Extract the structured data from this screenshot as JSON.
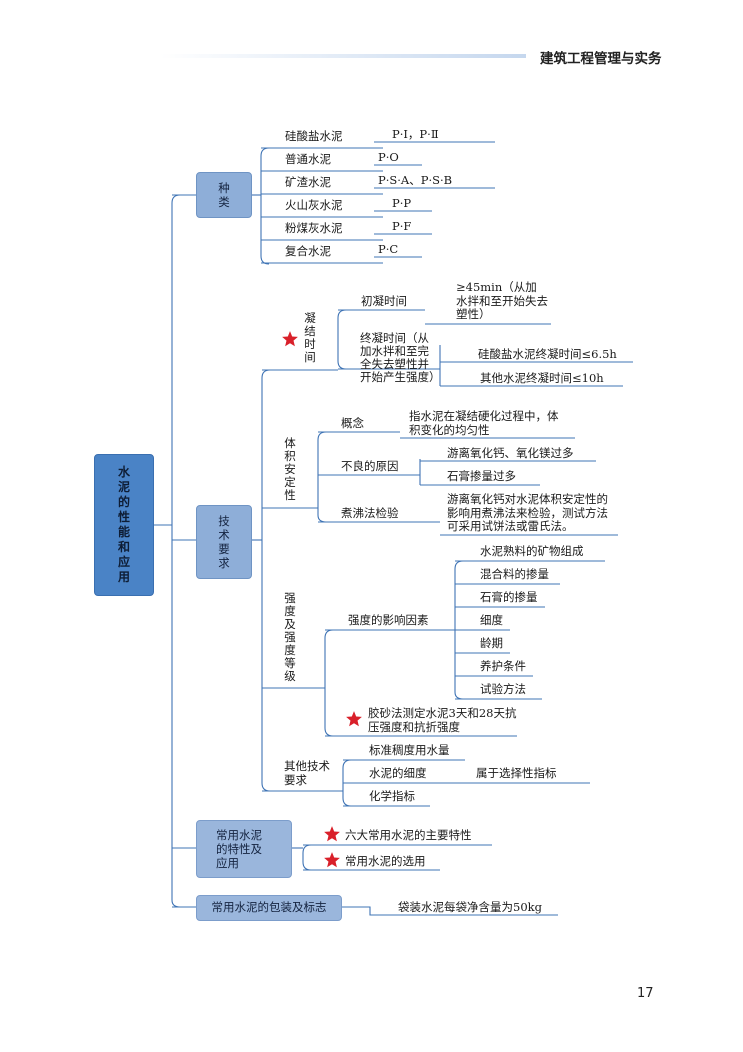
{
  "header": {
    "title": "建筑工程管理与实务"
  },
  "page_number": "17",
  "colors": {
    "line": "#3f74b5",
    "box_light": "#8eaed8",
    "root": "#4a83c6",
    "star": "#d9202a",
    "header_bar": "#c5d7ee"
  },
  "map": {
    "root": "水泥的性能和应用",
    "types": {
      "label": "种类",
      "items": [
        {
          "name": "硅酸盐水泥",
          "code": "P·Ⅰ，P·Ⅱ"
        },
        {
          "name": "普通水泥",
          "code": "P·O"
        },
        {
          "name": "矿渣水泥",
          "code": "P·S·A、P·S·B"
        },
        {
          "name": "火山灰水泥",
          "code": "P·P"
        },
        {
          "name": "粉煤灰水泥",
          "code": "P·F"
        },
        {
          "name": "复合水泥",
          "code": "P·C"
        }
      ]
    },
    "tech": {
      "label": "技术要求",
      "setting": {
        "label": "凝结时间",
        "initial": {
          "label": "初凝时间",
          "value": "≥45min（从加水拌和至开始失去塑性）"
        },
        "final": {
          "label": "终凝时间（从加水拌和至完全失去塑性并开始产生强度）",
          "values": [
            "硅酸盐水泥终凝时间≤6.5h",
            "其他水泥终凝时间≤10h"
          ]
        }
      },
      "soundness": {
        "label": "体积安定性",
        "concept": {
          "label": "概念",
          "value": "指水泥在凝结硬化过程中，体积变化的均匀性"
        },
        "causes": {
          "label": "不良的原因",
          "values": [
            "游离氧化钙、氧化镁过多",
            "石膏掺量过多"
          ]
        },
        "test": {
          "label": "煮沸法检验",
          "value": "游离氧化钙对水泥体积安定性的影响用煮沸法来检验，测试方法可采用试饼法或雷氏法。"
        }
      },
      "strength": {
        "label": "强度及强度等级",
        "factors": {
          "label": "强度的影响因素",
          "values": [
            "水泥熟料的矿物组成",
            "混合料的掺量",
            "石膏的掺量",
            "细度",
            "龄期",
            "养护条件",
            "试验方法"
          ]
        },
        "method": "胶砂法测定水泥3天和28天抗压强度和抗折强度"
      },
      "other": {
        "label": "其他技术要求",
        "items": [
          "标准稠度用水量",
          "水泥的细度",
          "化学指标"
        ],
        "fineness_note": "属于选择性指标"
      }
    },
    "properties": {
      "label": "常用水泥的特性及应用",
      "items": [
        "六大常用水泥的主要特性",
        "常用水泥的选用"
      ]
    },
    "packaging": {
      "label": "常用水泥的包装及标志",
      "value": "袋装水泥每袋净含量为50kg"
    }
  }
}
